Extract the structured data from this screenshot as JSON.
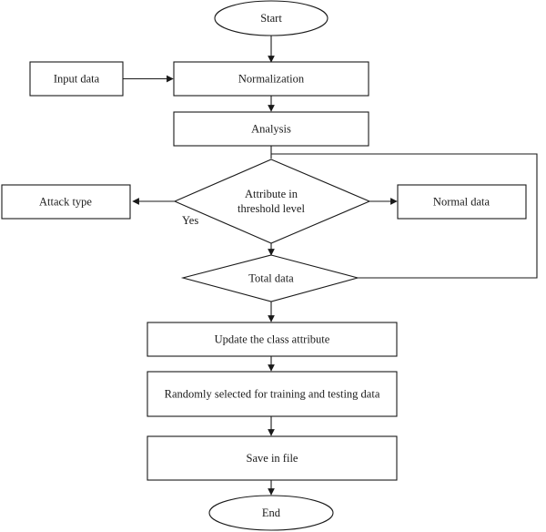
{
  "nodes": {
    "start": "Start",
    "input_data": "Input data",
    "normalization": "Normalization",
    "analysis": "Analysis",
    "decision_line1": "Attribute in",
    "decision_line2": "threshold level",
    "attack_type": "Attack type",
    "normal_data": "Normal data",
    "total_data": "Total data",
    "update_class": "Update the class attribute",
    "random_select": "Randomly selected for training and testing data",
    "save_file": "Save in file",
    "end": "End"
  },
  "edge_labels": {
    "yes": "Yes"
  },
  "colors": {
    "stroke": "#1a1a1a",
    "fill": "#ffffff"
  }
}
